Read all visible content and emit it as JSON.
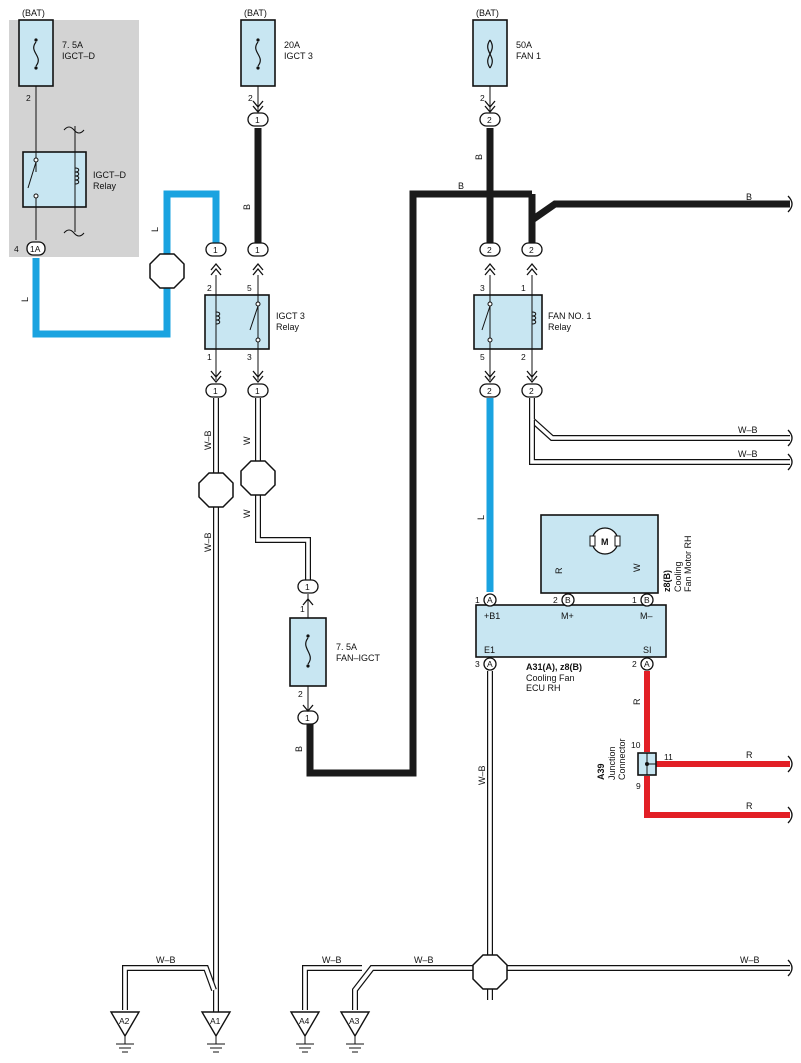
{
  "fuses": {
    "igctd": {
      "source": "(BAT)",
      "rating": "7. 5A",
      "name": "IGCT–D",
      "pin": "2"
    },
    "igct3": {
      "source": "(BAT)",
      "rating": "20A",
      "name": "IGCT 3",
      "pin": "2"
    },
    "fan1": {
      "source": "(BAT)",
      "rating": "50A",
      "name": "FAN 1",
      "pin": "2"
    },
    "fanigct": {
      "rating": "7. 5A",
      "name": "FAN–IGCT",
      "pin_top": "1",
      "pin_bottom": "2"
    }
  },
  "relays": {
    "igctd": {
      "name": "IGCT–D",
      "sub": "Relay",
      "pin": "4",
      "conn": "1A"
    },
    "igct3": {
      "name": "IGCT 3",
      "sub": "Relay",
      "pin_tl": "2",
      "pin_tr": "5",
      "pin_bl": "1",
      "pin_br": "3"
    },
    "fan1": {
      "name": "FAN NO. 1",
      "sub": "Relay",
      "pin_tl": "3",
      "pin_tr": "1",
      "pin_bl": "5",
      "pin_br": "2"
    }
  },
  "connectors": {
    "c1": "1",
    "c2": "2",
    "ca": "A",
    "cb": "B"
  },
  "wires": {
    "L": "L",
    "B": "B",
    "W": "W",
    "WB": "W–B",
    "R": "R"
  },
  "ecu": {
    "ref": "A31(A), z8(B)",
    "name1": "Cooling Fan",
    "name2": "ECU RH",
    "pins": {
      "b1_num": "1",
      "b1_conn": "A",
      "b1_lbl": "+B1",
      "mp_num": "2",
      "mp_conn": "B",
      "mp_lbl": "M+",
      "mm_num": "1",
      "mm_conn": "B",
      "mm_lbl": "M–",
      "e1_num": "3",
      "e1_conn": "A",
      "e1_lbl": "E1",
      "si_num": "2",
      "si_conn": "A",
      "si_lbl": "SI"
    }
  },
  "motor": {
    "symbol": "M",
    "ref": "z8(B)",
    "name1": "Cooling",
    "name2": "Fan Motor RH"
  },
  "junction": {
    "ref": "A39",
    "name1": "Junction",
    "name2": "Connector",
    "pin_top": "10",
    "pin_right": "11",
    "pin_bottom": "9"
  },
  "grounds": {
    "a1": "A1",
    "a2": "A2",
    "a3": "A3",
    "a4": "A4"
  },
  "colors": {
    "wire_blue": "#1aa3e0",
    "wire_red": "#e21f26",
    "wire_black": "#1a1a1a",
    "component_fill": "#c8e6f2",
    "shaded_area": "#d3d3d3"
  }
}
